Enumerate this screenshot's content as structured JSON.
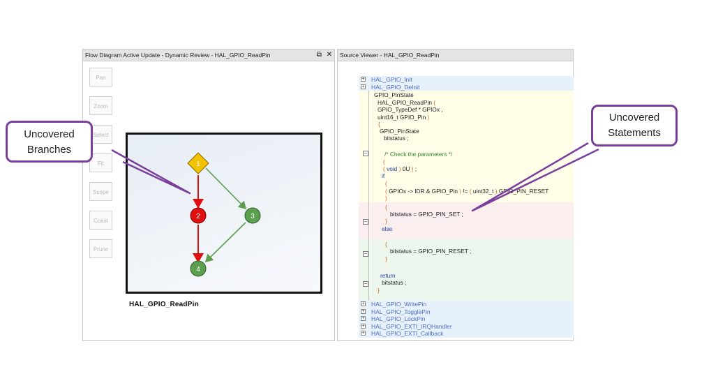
{
  "flow_panel": {
    "title": "Flow Diagram Active Update - Dynamic Review - HAL_GPIO_ReadPin",
    "restore_glyph": "⧉",
    "close_glyph": "✕",
    "tools": [
      "Pan",
      "Zoom",
      "Select",
      "Fit",
      "Scope",
      "Coast",
      "Prune"
    ],
    "diagram_label": "HAL_GPIO_ReadPin",
    "nodes": [
      "1",
      "2",
      "3",
      "4"
    ]
  },
  "source_panel": {
    "title": "Source Viewer - HAL_GPIO_ReadPin",
    "functions_top": [
      "HAL_GPIO_Init",
      "HAL_GPIO_DeInit"
    ],
    "functions_bottom": [
      "HAL_GPIO_WritePin",
      "HAL_GPIO_TogglePin",
      "HAL_GPIO_LockPin",
      "HAL_GPIO_EXTI_IRQHandler",
      "HAL_GPIO_EXTI_Callback"
    ],
    "code": {
      "pinstate": "GPIO_PinState",
      "fn_name": "HAL_GPIO_ReadPin",
      "paren_open": "(",
      "param1": "GPIO_TypeDef * GPIOx ,",
      "param2": "uint16_t GPIO_Pin",
      "paren_close": ")",
      "brace_open": "{",
      "brace_close": "}",
      "local_type": "GPIO_PinState",
      "local_var": "bitstatus ;",
      "comment": "/* Check the parameters */",
      "void_kw": "void",
      "zero_u": "0U",
      "semi": ";",
      "if_kw": "if",
      "cond_head": "GPIOx -> IDR & GPIO_Pin",
      "cond_mid": "!=",
      "cond_cast": "uint32_t",
      "cond_tail": "GPIO_PIN_RESET",
      "set_stmt": "bitstatus = GPIO_PIN_SET ;",
      "else_kw": "else",
      "reset_stmt": "bitstatus = GPIO_PIN_RESET ;",
      "return_kw": "return",
      "return_val": "bitstatus ;"
    }
  },
  "callouts": {
    "branches": [
      "Uncovered",
      "Branches"
    ],
    "statements": [
      "Uncovered",
      "Statements"
    ]
  },
  "colors": {
    "callout_border": "#7a3f9d",
    "uncovered_red": "#e01010",
    "covered_green": "#5a9e4e",
    "entry_yellow": "#f2c200",
    "zone_yellow": "#fffde8",
    "zone_red": "#fbeeee",
    "zone_green": "#eef7ee",
    "zone_blue": "#e6f1fb"
  }
}
